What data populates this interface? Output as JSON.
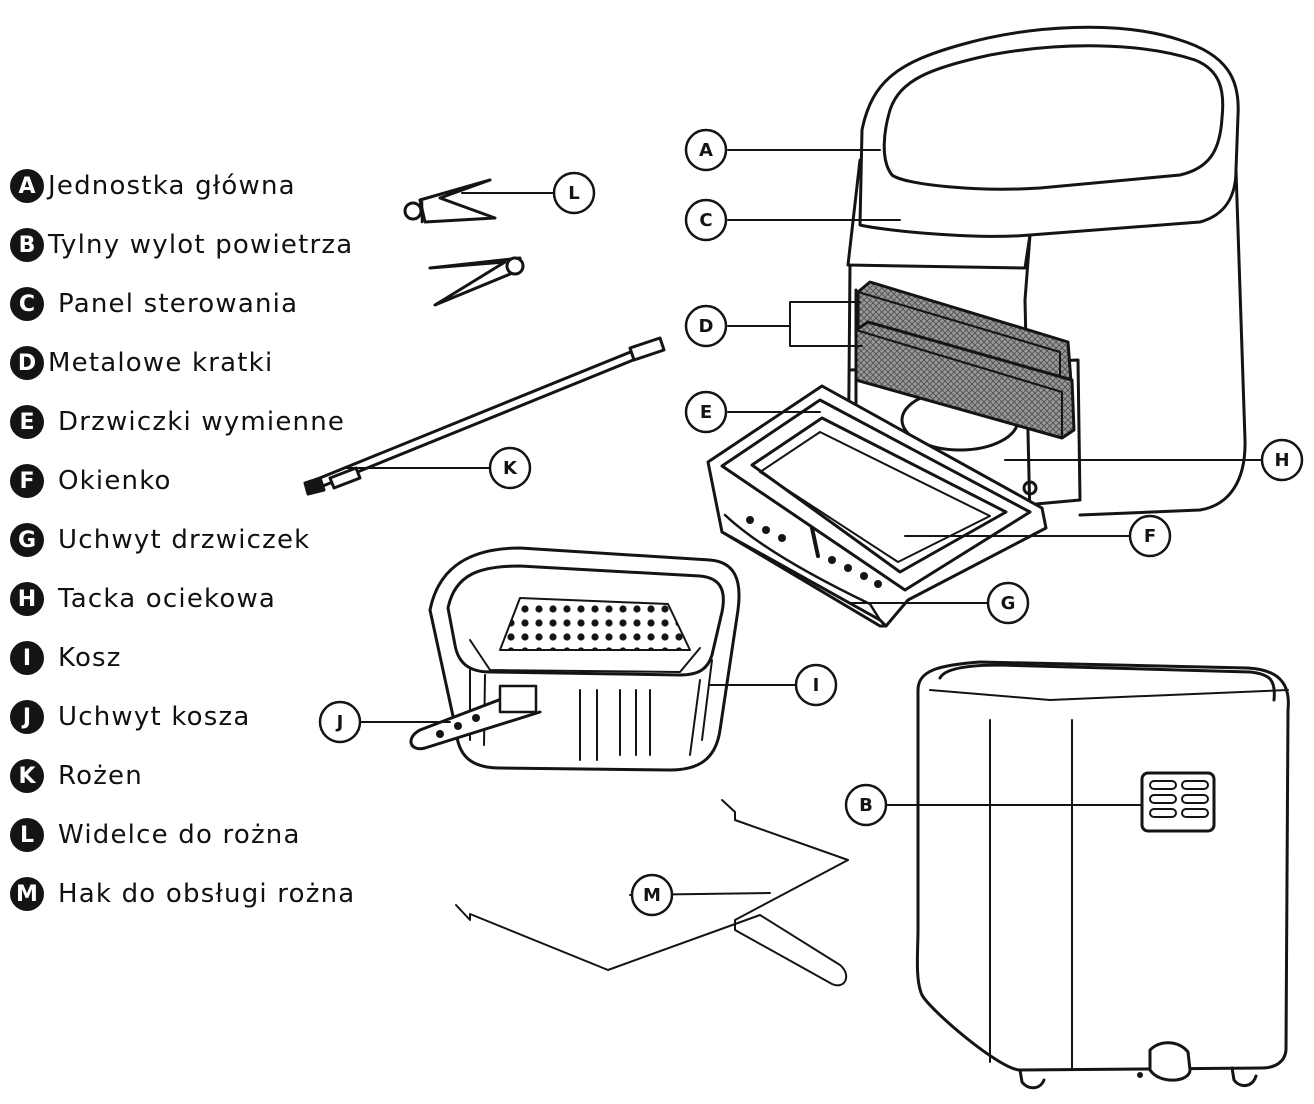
{
  "legend": [
    {
      "letter": "A",
      "label": "Jednostka główna"
    },
    {
      "letter": "B",
      "label": "Tylny wylot powietrza"
    },
    {
      "letter": "C",
      "label": "Panel sterowania"
    },
    {
      "letter": "D",
      "label": "Metalowe kratki"
    },
    {
      "letter": "E",
      "label": "Drzwiczki wymienne"
    },
    {
      "letter": "F",
      "label": "Okienko"
    },
    {
      "letter": "G",
      "label": "Uchwyt drzwiczek"
    },
    {
      "letter": "H",
      "label": "Tacka ociekowa"
    },
    {
      "letter": "I",
      "label": "Kosz"
    },
    {
      "letter": "J",
      "label": "Uchwyt kosza"
    },
    {
      "letter": "K",
      "label": "Rożen"
    },
    {
      "letter": "L",
      "label": "Widelce do rożna"
    },
    {
      "letter": "M",
      "label": "Hak do obsługi rożna"
    }
  ],
  "callouts": {
    "A": "A",
    "B": "B",
    "C": "C",
    "D": "D",
    "E": "E",
    "F": "F",
    "G": "G",
    "H": "H",
    "I": "I",
    "J": "J",
    "K": "K",
    "L": "L",
    "M": "M"
  },
  "colors": {
    "ink": "#141414",
    "mesh": "#8a8a8a",
    "background": "#ffffff"
  }
}
